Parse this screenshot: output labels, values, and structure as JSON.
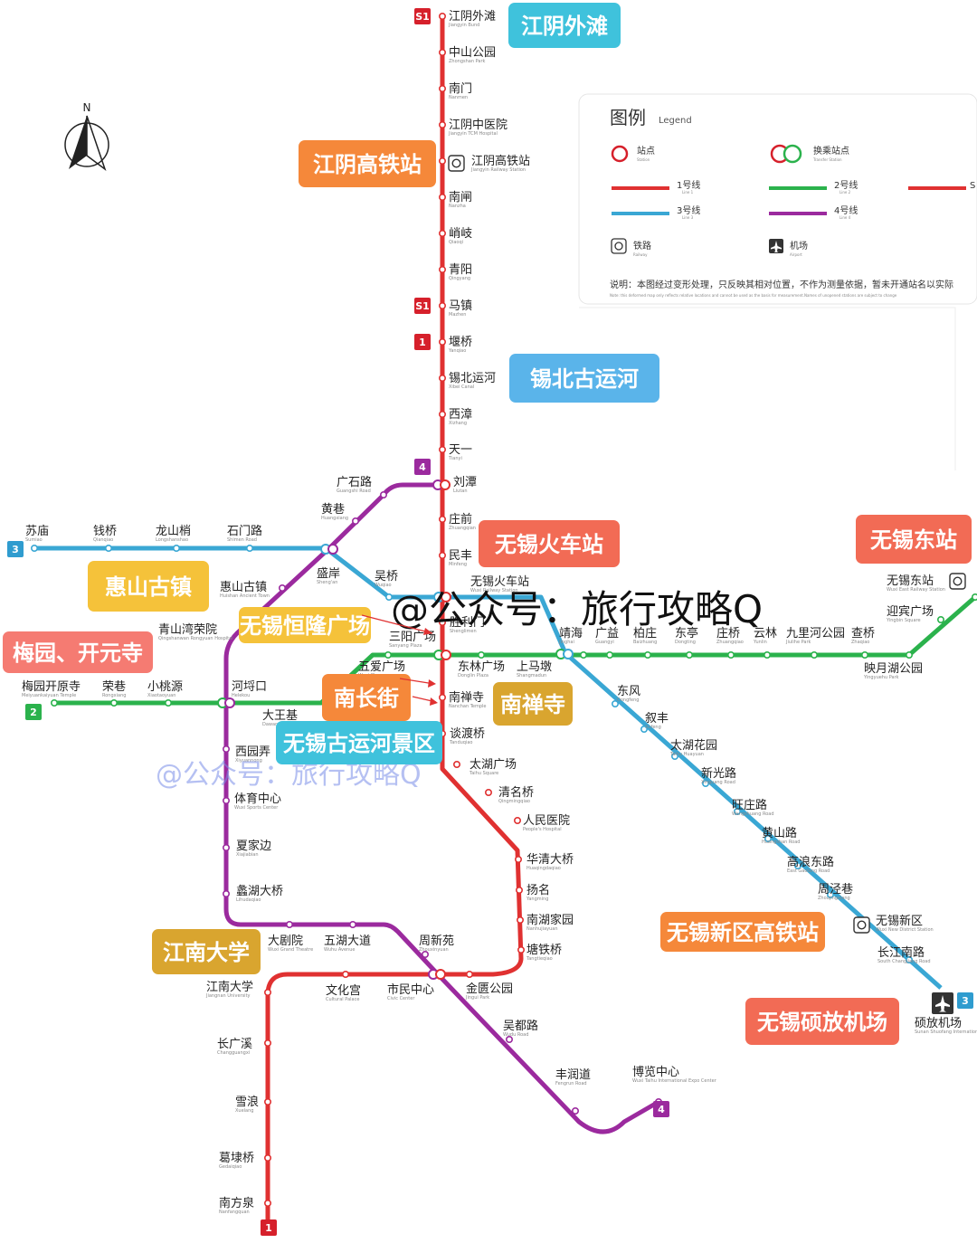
{
  "colors": {
    "line1": "#e03131",
    "line2": "#2bb24c",
    "line3": "#3aa7d4",
    "line4": "#9b2a9e"
  },
  "compass": {
    "label": "N"
  },
  "legend": {
    "title": "图例",
    "title_en": "Legend",
    "station": "站点",
    "station_en": "Station",
    "transfer": "换乘站点",
    "transfer_en": "Transfer Station",
    "line1": "1号线",
    "line1_en": "Line 1",
    "line2": "2号线",
    "line2_en": "Line 2",
    "line3": "3号线",
    "line3_en": "Line 3",
    "line4": "4号线",
    "line4_en": "Line 4",
    "line_s": "S",
    "railway": "铁路",
    "railway_en": "Railway",
    "airport": "机场",
    "airport_en": "Airport",
    "note": "说明：本图经过变形处理，只反映其相对位置，不作为测量依据，暂未开通站名以实际",
    "note_en": "Note: this deformed map only reflects relative locations and cannot be used as the basis for measurement.Names of unopened stations are subject to change"
  },
  "watermarks": {
    "main": "@公众号：旅行攻略Q",
    "faint": "@公众号：旅行攻略Q"
  },
  "badges": [
    {
      "text": "S1",
      "color": "#d6202b"
    },
    {
      "text": "S1",
      "color": "#d6202b"
    },
    {
      "text": "1",
      "color": "#d6202b"
    },
    {
      "text": "4",
      "color": "#9b2a9e"
    },
    {
      "text": "3",
      "color": "#2f9ccf"
    },
    {
      "text": "2",
      "color": "#2bb24c"
    },
    {
      "text": "4",
      "color": "#9b2a9e"
    },
    {
      "text": "3",
      "color": "#2f9ccf"
    },
    {
      "text": "1",
      "color": "#d6202b"
    }
  ],
  "callouts": [
    {
      "text": "江阴外滩",
      "color": "#3fc2dc"
    },
    {
      "text": "江阴高铁站",
      "color": "#f5883a"
    },
    {
      "text": "锡北古运河",
      "color": "#5ab4ea"
    },
    {
      "text": "无锡火车站",
      "color": "#f26b55"
    },
    {
      "text": "无锡东站",
      "color": "#f26b55"
    },
    {
      "text": "惠山古镇",
      "color": "#f5c23a"
    },
    {
      "text": "无锡恒隆广场",
      "color": "#f5c23a"
    },
    {
      "text": "梅园、开元寺",
      "color": "#f57b72"
    },
    {
      "text": "南长街",
      "color": "#f5883a"
    },
    {
      "text": "南禅寺",
      "color": "#d9a52f"
    },
    {
      "text": "无锡古运河景区",
      "color": "#3fc2dc"
    },
    {
      "text": "江南大学",
      "color": "#d9a52f"
    },
    {
      "text": "无锡新区高铁站",
      "color": "#f5883a"
    },
    {
      "text": "无锡硕放机场",
      "color": "#f26b55"
    }
  ],
  "stations": [
    {
      "name": "江阴外滩",
      "pinyin": "Jiangyin Bund"
    },
    {
      "name": "中山公园",
      "pinyin": "Zhongshan Park"
    },
    {
      "name": "南门",
      "pinyin": "Nanmen"
    },
    {
      "name": "江阴中医院",
      "pinyin": "Jiangyin TCM Hospital"
    },
    {
      "name": "江阴高铁站",
      "pinyin": "Jiangyin Railway Station"
    },
    {
      "name": "南闸",
      "pinyin": "Nanzha"
    },
    {
      "name": "峭岐",
      "pinyin": "Qiaoqi"
    },
    {
      "name": "青阳",
      "pinyin": "Qingyang"
    },
    {
      "name": "马镇",
      "pinyin": "Mazhen"
    },
    {
      "name": "堰桥",
      "pinyin": "Yanqiao"
    },
    {
      "name": "锡北运河",
      "pinyin": "Xibei Canal"
    },
    {
      "name": "西漳",
      "pinyin": "Xizhang"
    },
    {
      "name": "天一",
      "pinyin": "Tianyi"
    },
    {
      "name": "刘潭",
      "pinyin": "Liutan"
    },
    {
      "name": "庄前",
      "pinyin": "Zhuangqian"
    },
    {
      "name": "民丰",
      "pinyin": "Minfeng"
    },
    {
      "name": "无锡火车站",
      "pinyin": "Wuxi Railway Station"
    },
    {
      "name": "胜利门",
      "pinyin": "Shenglimen"
    },
    {
      "name": "三阳广场",
      "pinyin": "Sanyang Plaza"
    },
    {
      "name": "南禅寺",
      "pinyin": "Nanchan Temple"
    },
    {
      "name": "谈渡桥",
      "pinyin": "Tanduqiao"
    },
    {
      "name": "太湖广场",
      "pinyin": "Taihu Square"
    },
    {
      "name": "清名桥",
      "pinyin": "Qingmingqiao"
    },
    {
      "name": "人民医院",
      "pinyin": "People's Hospital"
    },
    {
      "name": "华清大桥",
      "pinyin": "Huaqingdaqiao"
    },
    {
      "name": "扬名",
      "pinyin": "Yangming"
    },
    {
      "name": "南湖家园",
      "pinyin": "Nanhujiayuan"
    },
    {
      "name": "塘铁桥",
      "pinyin": "Tangtieqiao"
    },
    {
      "name": "金匮公园",
      "pinyin": "Jingui Park"
    },
    {
      "name": "市民中心",
      "pinyin": "Civic Center"
    },
    {
      "name": "文化宫",
      "pinyin": "Cultural Palace"
    },
    {
      "name": "江南大学",
      "pinyin": "Jiangnan University"
    },
    {
      "name": "长广溪",
      "pinyin": "Changguangxi"
    },
    {
      "name": "雪浪",
      "pinyin": "Xuelang"
    },
    {
      "name": "葛埭桥",
      "pinyin": "Gedaiqiao"
    },
    {
      "name": "南方泉",
      "pinyin": "Nanfangquan"
    },
    {
      "name": "梅园开原寺",
      "pinyin": "Meiyuankaiyuan Temple"
    },
    {
      "name": "荣巷",
      "pinyin": "Rongxiang"
    },
    {
      "name": "小桃源",
      "pinyin": "Xiaotaoyuan"
    },
    {
      "name": "河埒口",
      "pinyin": "Helekou"
    },
    {
      "name": "五爱广场",
      "pinyin": "Wuai Plaza"
    },
    {
      "name": "东林广场",
      "pinyin": "Donglin Plaza"
    },
    {
      "name": "上马墩",
      "pinyin": "Shangmadun"
    },
    {
      "name": "靖海",
      "pinyin": "Jinghai"
    },
    {
      "name": "广益",
      "pinyin": "Guangyi"
    },
    {
      "name": "柏庄",
      "pinyin": "Baizhuang"
    },
    {
      "name": "东亭",
      "pinyin": "Dongting"
    },
    {
      "name": "庄桥",
      "pinyin": "Zhuangqiao"
    },
    {
      "name": "云林",
      "pinyin": "Yunlin"
    },
    {
      "name": "九里河公园",
      "pinyin": "Jiulihe Park"
    },
    {
      "name": "查桥",
      "pinyin": "Zhaqiao"
    },
    {
      "name": "映月湖公园",
      "pinyin": "Yingyuehu Park"
    },
    {
      "name": "迎宾广场",
      "pinyin": "Yingbin Square"
    },
    {
      "name": "无锡东站",
      "pinyin": "Wuxi East Railway Station"
    },
    {
      "name": "苏庙",
      "pinyin": "Sumiao"
    },
    {
      "name": "钱桥",
      "pinyin": "Qianqiao"
    },
    {
      "name": "龙山梢",
      "pinyin": "Longshanshao"
    },
    {
      "name": "石门路",
      "pinyin": "Shimen Road"
    },
    {
      "name": "盛岸",
      "pinyin": "Sheng'an"
    },
    {
      "name": "吴桥",
      "pinyin": "Wuqiao"
    },
    {
      "name": "东风",
      "pinyin": "Dongfeng"
    },
    {
      "name": "叙丰",
      "pinyin": "Xufeng"
    },
    {
      "name": "太湖花园",
      "pinyin": "Taihu Huayuan"
    },
    {
      "name": "新光路",
      "pinyin": "Xinguang Road"
    },
    {
      "name": "旺庄路",
      "pinyin": "Wangzhuang Road"
    },
    {
      "name": "黄山路",
      "pinyin": "Huangshan Road"
    },
    {
      "name": "高浪东路",
      "pinyin": "East Gaolang Road"
    },
    {
      "name": "周泾巷",
      "pinyin": "Zhoujingxiang"
    },
    {
      "name": "无锡新区",
      "pinyin": "Wuxi New District Station"
    },
    {
      "name": "长江南路",
      "pinyin": "South Changjiang Road"
    },
    {
      "name": "硕放机场",
      "pinyin": "Sunan Shuofang International Airport"
    },
    {
      "name": "广石路",
      "pinyin": "Guangshi Road"
    },
    {
      "name": "黄巷",
      "pinyin": "Huangxiang"
    },
    {
      "name": "惠山古镇",
      "pinyin": "Huishan Ancient Town"
    },
    {
      "name": "青山湾荣院",
      "pinyin": "Qingshanwan Rongyuan Hospital"
    },
    {
      "name": "大王基",
      "pinyin": "Dawangji"
    },
    {
      "name": "西园弄",
      "pinyin": "Xiyuannong"
    },
    {
      "name": "体育中心",
      "pinyin": "Wuxi Sports Center"
    },
    {
      "name": "夏家边",
      "pinyin": "Xiajiabian"
    },
    {
      "name": "蠡湖大桥",
      "pinyin": "Lihudaqiao"
    },
    {
      "name": "大剧院",
      "pinyin": "Wuxi Grand Theatre"
    },
    {
      "name": "五湖大道",
      "pinyin": "Wuhu Avenue"
    },
    {
      "name": "周新苑",
      "pinyin": "Zhouxinyuan"
    },
    {
      "name": "吴都路",
      "pinyin": "Wudu Road"
    },
    {
      "name": "丰润道",
      "pinyin": "Fengrun Road"
    },
    {
      "name": "博览中心",
      "pinyin": "Wuxi Taihu International Expo Center"
    }
  ]
}
